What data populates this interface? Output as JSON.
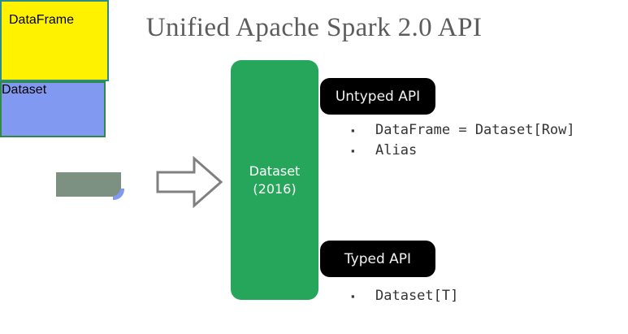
{
  "slide": {
    "title": "Unified Apache Spark 2.0 API",
    "background_color": "#ffffff",
    "title_color": "#5c5c5c"
  },
  "left_group": {
    "dataframe_box": {
      "label": "DataFrame",
      "fill_color": "#fff200",
      "border_color": "#2e8b87"
    },
    "dataset_box": {
      "label": "Dataset",
      "fill_color": "#8199f0",
      "border_color": "#2f8a43"
    },
    "overlap_color": "#7d9182"
  },
  "arrow": {
    "name": "right-block-arrow",
    "stroke_color": "#808080",
    "fill_color": "#ffffff"
  },
  "center": {
    "label_line1": "Dataset",
    "label_line2": "(2016)",
    "fill_color": "#26a65b",
    "text_color": "#ffffff"
  },
  "untyped": {
    "pill_label": "Untyped API",
    "pill_color": "#000000",
    "bullets": [
      {
        "marker": "▪",
        "text": "DataFrame = Dataset[Row]"
      },
      {
        "marker": "▪",
        "text": "Alias"
      }
    ]
  },
  "typed": {
    "pill_label": "Typed API",
    "pill_color": "#000000",
    "bullets": [
      {
        "marker": "▪",
        "text": "Dataset[T]"
      }
    ]
  }
}
